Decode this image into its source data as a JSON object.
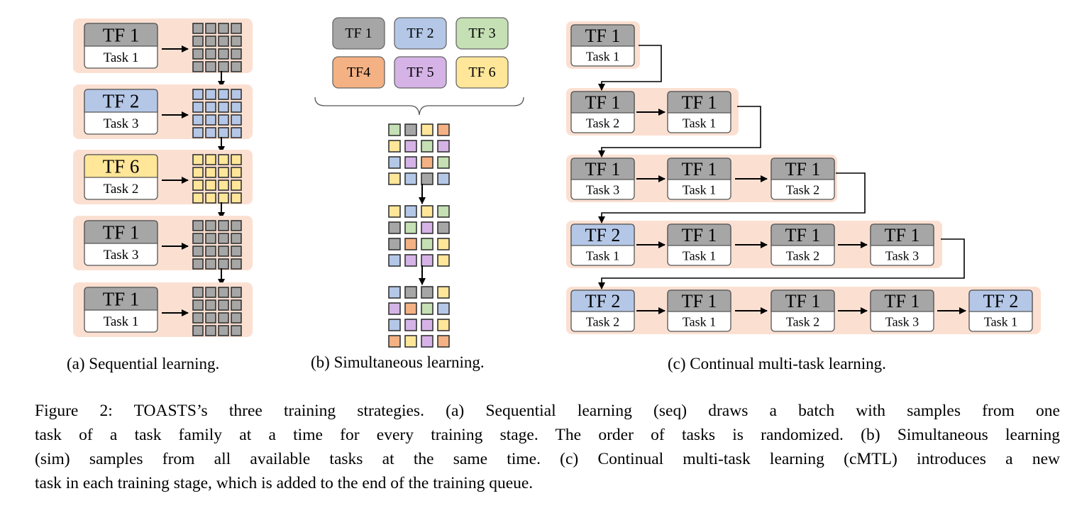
{
  "colors": {
    "gray": "#a6a6a6",
    "blue": "#b4c7e7",
    "green": "#c5e0b4",
    "orange": "#f4b183",
    "purple": "#d5b3e6",
    "yellow": "#ffe699",
    "stage_bg": "#fbe0d2"
  },
  "families": [
    {
      "id": "TF1",
      "label": "TF 1",
      "color": "gray"
    },
    {
      "id": "TF2",
      "label": "TF 2",
      "color": "blue"
    },
    {
      "id": "TF3",
      "label": "TF 3",
      "color": "green"
    },
    {
      "id": "TF4",
      "label": "TF4",
      "color": "orange"
    },
    {
      "id": "TF5",
      "label": "TF 5",
      "color": "purple"
    },
    {
      "id": "TF6",
      "label": "TF 6",
      "color": "yellow"
    }
  ],
  "sequential": {
    "caption": "(a) Sequential learning.",
    "stages": [
      {
        "tf": "TF 1",
        "task": "Task 1",
        "color": "gray"
      },
      {
        "tf": "TF 2",
        "task": "Task 3",
        "color": "blue"
      },
      {
        "tf": "TF 6",
        "task": "Task 2",
        "color": "yellow"
      },
      {
        "tf": "TF 1",
        "task": "Task 3",
        "color": "gray"
      },
      {
        "tf": "TF 1",
        "task": "Task 1",
        "color": "gray"
      }
    ]
  },
  "simultaneous": {
    "caption": "(b) Simultaneous learning.",
    "batches": [
      [
        [
          "green",
          "gray",
          "yellow",
          "orange"
        ],
        [
          "yellow",
          "purple",
          "green",
          "purple"
        ],
        [
          "blue",
          "purple",
          "orange",
          "green"
        ],
        [
          "yellow",
          "blue",
          "gray",
          "blue"
        ]
      ],
      [
        [
          "yellow",
          "blue",
          "yellow",
          "green"
        ],
        [
          "gray",
          "green",
          "purple",
          "gray"
        ],
        [
          "gray",
          "orange",
          "green",
          "yellow"
        ],
        [
          "blue",
          "purple",
          "purple",
          "yellow"
        ]
      ],
      [
        [
          "blue",
          "gray",
          "gray",
          "yellow"
        ],
        [
          "purple",
          "orange",
          "green",
          "blue"
        ],
        [
          "blue",
          "purple",
          "purple",
          "yellow"
        ],
        [
          "orange",
          "yellow",
          "purple",
          "orange"
        ]
      ]
    ]
  },
  "continual": {
    "caption": "(c) Continual multi-task learning.",
    "stages": [
      [
        {
          "tf": "TF 1",
          "task": "Task 1",
          "color": "gray"
        }
      ],
      [
        {
          "tf": "TF 1",
          "task": "Task 2",
          "color": "gray"
        },
        {
          "tf": "TF 1",
          "task": "Task 1",
          "color": "gray"
        }
      ],
      [
        {
          "tf": "TF 1",
          "task": "Task 3",
          "color": "gray"
        },
        {
          "tf": "TF 1",
          "task": "Task 1",
          "color": "gray"
        },
        {
          "tf": "TF 1",
          "task": "Task 2",
          "color": "gray"
        }
      ],
      [
        {
          "tf": "TF 2",
          "task": "Task 1",
          "color": "blue"
        },
        {
          "tf": "TF 1",
          "task": "Task 1",
          "color": "gray"
        },
        {
          "tf": "TF 1",
          "task": "Task 2",
          "color": "gray"
        },
        {
          "tf": "TF 1",
          "task": "Task 3",
          "color": "gray"
        }
      ],
      [
        {
          "tf": "TF 2",
          "task": "Task 2",
          "color": "blue"
        },
        {
          "tf": "TF 1",
          "task": "Task 1",
          "color": "gray"
        },
        {
          "tf": "TF 1",
          "task": "Task 2",
          "color": "gray"
        },
        {
          "tf": "TF 1",
          "task": "Task 3",
          "color": "gray"
        },
        {
          "tf": "TF 2",
          "task": "Task 1",
          "color": "blue"
        }
      ]
    ]
  },
  "figure_caption": [
    "Figure 2: TOASTS’s three training strategies. (a) Sequential learning (seq) draws a batch with samples from one",
    "task of a task family at a time for every training stage. The order of tasks is randomized. (b) Simultaneous learning",
    "(sim) samples from all available tasks at the same time. (c) Continual multi-task learning (cMTL) introduces a new",
    "task in each training stage, which is added to the end of the training queue."
  ]
}
